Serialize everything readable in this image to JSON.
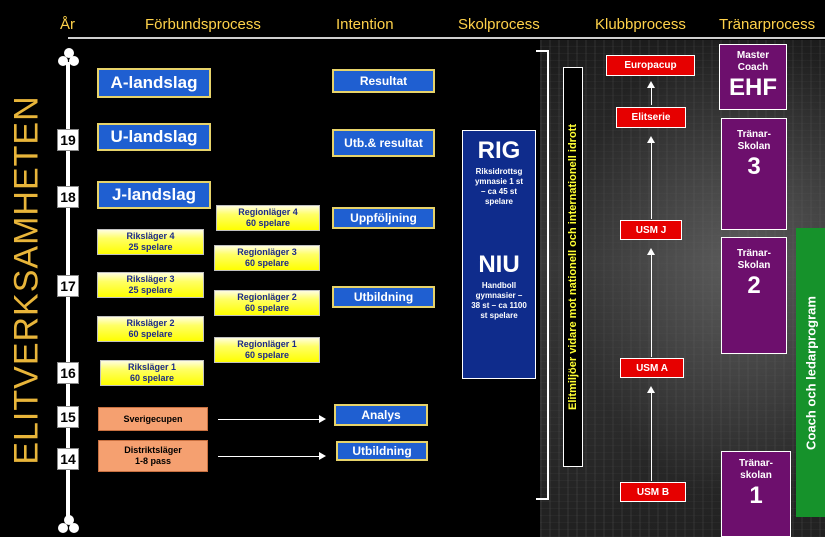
{
  "headers": {
    "ar": "År",
    "forbund": "Förbundsprocess",
    "intention": "Intention",
    "skol": "Skolprocess",
    "klubb": "Klubbprocess",
    "tranar": "Tränarprocess"
  },
  "side_title": "ELITVERKSAMHETEN",
  "ages": [
    "19",
    "18",
    "17",
    "16",
    "15",
    "14"
  ],
  "landslag": [
    "A-landslag",
    "U-landslag",
    "J-landslag"
  ],
  "riks": [
    {
      "name": "Riksläger 4",
      "count": "25 spelare"
    },
    {
      "name": "Riksläger 3",
      "count": "25 spelare"
    },
    {
      "name": "Riksläger 2",
      "count": "60 spelare"
    },
    {
      "name": "Riksläger 1",
      "count": "60 spelare"
    }
  ],
  "region": [
    {
      "name": "Regionläger 4",
      "count": "60 spelare"
    },
    {
      "name": "Regionläger 3",
      "count": "60 spelare"
    },
    {
      "name": "Regionläger 2",
      "count": "60 spelare"
    },
    {
      "name": "Regionläger 1",
      "count": "60 spelare"
    }
  ],
  "sverigecupen": "Sverigecupen",
  "distrikt": {
    "name": "Distriktsläger",
    "count": "1-8 pass"
  },
  "intentions": [
    "Resultat",
    "Utb.& resultat",
    "Uppföljning",
    "Utbildning",
    "Analys",
    "Utbildning"
  ],
  "school": {
    "rig_title": "RIG",
    "rig_text": "Riksidrottsg ymnasie 1 st – ca 45 st spelare",
    "niu_title": "NIU",
    "niu_text": "Handboll gymnasier – 38 st – ca 1100 st spelare"
  },
  "vertical_text": "Elitmiljöer vidare mot nationell och internationell idrott",
  "klubb": [
    "Europacup",
    "Elitserie",
    "USM J",
    "USM A",
    "USM B"
  ],
  "tranar": {
    "master_line1": "Master",
    "master_line2": "Coach",
    "master_big": "EHF",
    "school3_label": "Tränar-Skolan",
    "school3_num": "3",
    "school2_label": "Tränar-Skolan",
    "school2_num": "2",
    "school1_label": "Tränar-skolan",
    "school1_num": "1"
  },
  "coach_program": "Coach och ledarprogram",
  "colors": {
    "header": "#ffd24a",
    "side_title": "#e8b53a",
    "blue_box": "#1f5fd1",
    "yellow_box": "#ffff00",
    "orange_box": "#f5a070",
    "red_box": "#e60000",
    "purple_box": "#6d0f6d",
    "green_bar": "#16922b",
    "school_box": "#0f2c8c"
  }
}
